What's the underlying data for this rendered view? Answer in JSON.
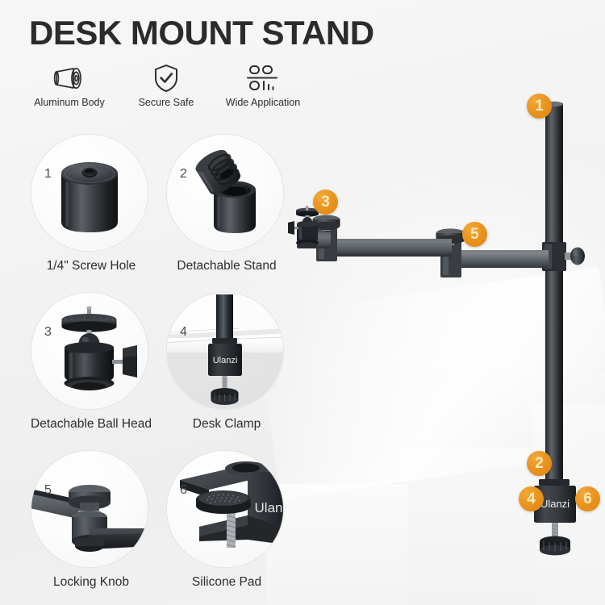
{
  "header": {
    "title": "DESK MOUNT STAND",
    "features": [
      {
        "label": "Aluminum Body",
        "icon": "aluminum-roll-icon"
      },
      {
        "label": "Secure Safe",
        "icon": "shield-check-icon"
      },
      {
        "label": "Wide Application",
        "icon": "wide-application-icon"
      }
    ]
  },
  "callouts": [
    {
      "number": "1",
      "caption": "1/4\" Screw Hole",
      "part": "screw-hole"
    },
    {
      "number": "2",
      "caption": "Detachable Stand",
      "part": "detachable-stand"
    },
    {
      "number": "3",
      "caption": "Detachable Ball Head",
      "part": "ball-head"
    },
    {
      "number": "4",
      "caption": "Desk Clamp",
      "part": "desk-clamp"
    },
    {
      "number": "5",
      "caption": "Locking Knob",
      "part": "locking-knob"
    },
    {
      "number": "6",
      "caption": "Silicone Pad",
      "part": "silicone-pad"
    }
  ],
  "hero": {
    "brand": "Ulanzi",
    "badges": [
      {
        "number": "1",
        "target": "pole-top"
      },
      {
        "number": "3",
        "target": "ball-head"
      },
      {
        "number": "5",
        "target": "locking-knob-arm"
      },
      {
        "number": "2",
        "target": "lower-pole"
      },
      {
        "number": "4",
        "target": "desk-clamp-body"
      },
      {
        "number": "6",
        "target": "silicone-pad"
      }
    ]
  },
  "colors": {
    "accent": "#ea9420",
    "badge_text": "#ffe9bd",
    "title": "#2b2b2b",
    "background": "#f2f2f2",
    "metal_dark": "#2b2b2b",
    "metal_mid": "#5a5e62"
  }
}
